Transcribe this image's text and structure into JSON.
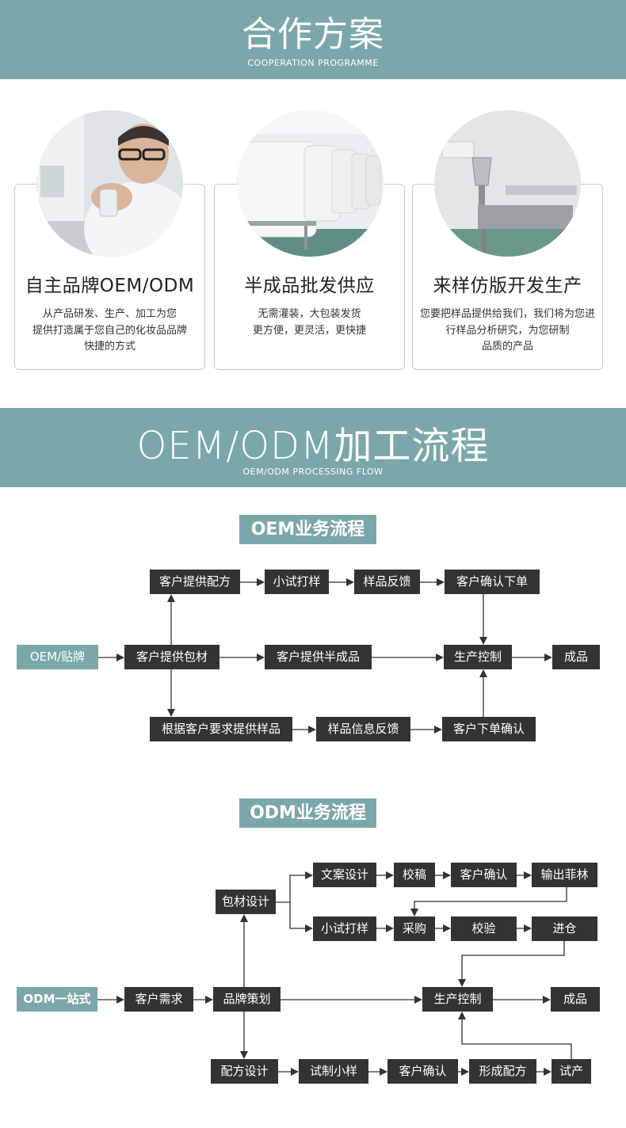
{
  "header": {
    "title": "合作方案",
    "subtitle": "COOPERATION PROGRAMME"
  },
  "cards": [
    {
      "title": "自主品牌OEM/ODM",
      "desc": [
        "从产品研发、生产、加工为您",
        "提供打造属于您自己的化妆品品牌",
        "快捷的方式"
      ]
    },
    {
      "title": "半成品批发供应",
      "desc": [
        "无需灌装，大包装发货",
        "更方便，更灵活，更快捷"
      ]
    },
    {
      "title": "来样仿版开发生产",
      "desc": [
        "您要把样品提供给我们，我们将为您进",
        "行样品分析研究，为您研制",
        "品质的产品"
      ]
    }
  ],
  "process_banner": {
    "title": "OEM/ODM加工流程",
    "subtitle": "OEM/ODM PROCESSING FLOW"
  },
  "oem": {
    "tag": "OEM业务流程",
    "start": "OEM/贴牌",
    "nodes": {
      "provide_formula": "客户提供配方",
      "small_trial": "小试打样",
      "sample_feedback": "样品反馈",
      "confirm_order": "客户确认下单",
      "provide_packaging": "客户提供包材",
      "provide_semi": "客户提供半成品",
      "production_control": "生产控制",
      "finished": "成品",
      "provide_sample": "根据客户要求提供样品",
      "sample_info_feedback": "样品信息反馈",
      "order_confirm": "客户下单确认"
    }
  },
  "odm": {
    "tag": "ODM业务流程",
    "start": "ODM一站式",
    "nodes": {
      "customer_demand": "客户需求",
      "brand_planning": "品牌策划",
      "packaging_design": "包材设计",
      "copy_design": "文案设计",
      "proofread": "校稿",
      "customer_confirm_1": "客户确认",
      "output_film": "输出菲林",
      "small_trial": "小试打样",
      "purchase": "采购",
      "inspection": "校验",
      "warehouse": "进仓",
      "production_control": "生产控制",
      "finished": "成品",
      "formula_design": "配方设计",
      "trial_sample": "试制小样",
      "customer_confirm_2": "客户确认",
      "form_formula": "形成配方",
      "trial_production": "试产"
    }
  }
}
